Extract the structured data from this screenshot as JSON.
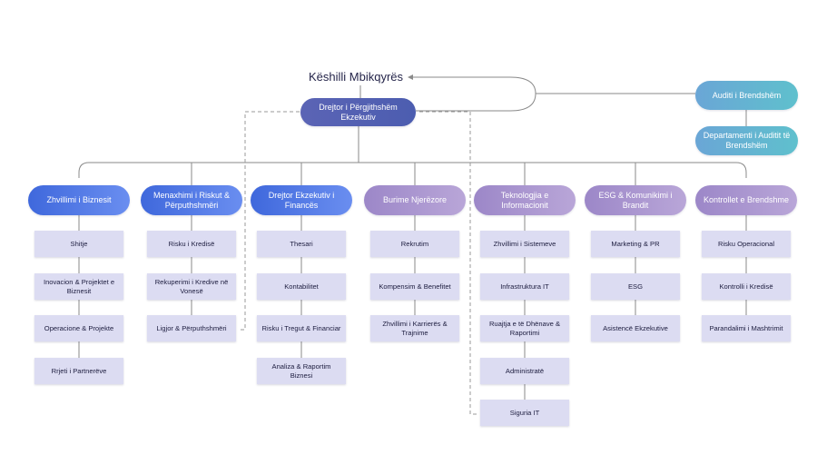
{
  "colors": {
    "ceo": "#4f5db2",
    "blue": "#3a6de2",
    "purple": "#a58bc9",
    "teal": "#5fb6cf",
    "box": "#dcdcf2",
    "line": "#8a8a8a"
  },
  "board": {
    "title": "Këshilli Mbikqyrës"
  },
  "ceo": {
    "label": "Drejtor i Përgjithshëm Ekzekutiv"
  },
  "audit": {
    "label": "Auditi i Brendshëm",
    "child": "Departamenti i Auditit të Brendshëm"
  },
  "departments": [
    {
      "label": "Zhvillimi i Biznesit",
      "color": "blue",
      "children": [
        "Shitje",
        "Inovacion & Projektet e Biznesit",
        "Operacione & Projekte",
        "Rrjeti i Partnerëve"
      ]
    },
    {
      "label": "Menaxhimi i Riskut & Përputhshmëri",
      "color": "blue",
      "children": [
        "Risku i Kredisë",
        "Rekuperimi i Kredive në Vonesë",
        "Ligjor & Përputhshmëri"
      ]
    },
    {
      "label": "Drejtor Ekzekutiv i Financës",
      "color": "blue",
      "children": [
        "Thesari",
        "Kontabilitet",
        "Risku i Tregut & Financiar",
        "Analiza & Raportim Biznesi"
      ]
    },
    {
      "label": "Burime Njerëzore",
      "color": "purple",
      "children": [
        "Rekrutim",
        "Kompensim & Benefitet",
        "Zhvillimi i Karrierës & Trajnime"
      ]
    },
    {
      "label": "Teknologjia e Informacionit",
      "color": "purple",
      "children": [
        "Zhvillimi i Sistemeve",
        "Infrastruktura IT",
        "Ruajtja e të Dhënave & Raportimi",
        "Administratë",
        "Siguria IT"
      ]
    },
    {
      "label": "ESG & Komunikimi i Brandit",
      "color": "purple",
      "children": [
        "Marketing & PR",
        "ESG",
        "Asistencë Ekzekutive"
      ]
    },
    {
      "label": "Kontrollet e Brendshme",
      "color": "purple",
      "children": [
        "Risku Operacional",
        "Kontrolli i Kredisë",
        "Parandalimi i Mashtrimit"
      ]
    }
  ]
}
